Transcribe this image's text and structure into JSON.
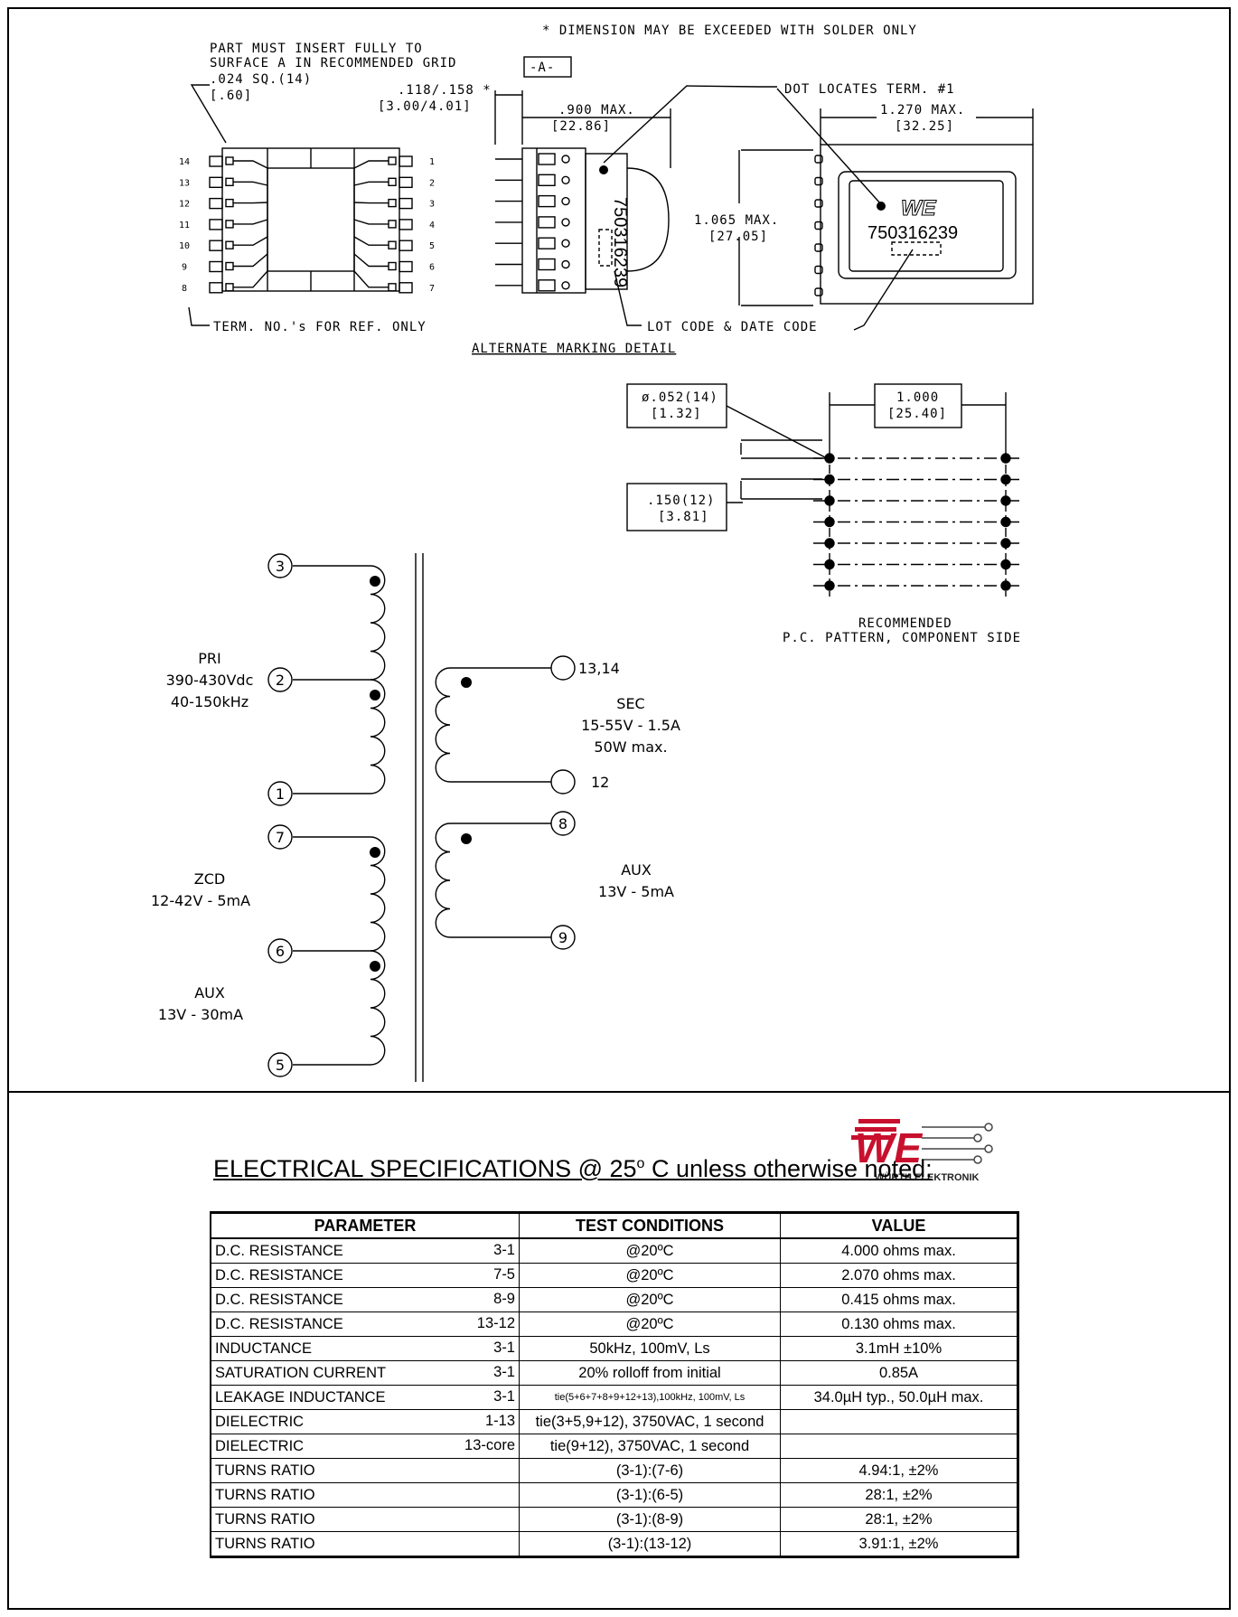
{
  "mechanical": {
    "note_solder": "* DIMENSION MAY BE EXCEEDED WITH SOLDER ONLY",
    "note_insert_1": "PART MUST INSERT FULLY TO",
    "note_insert_2": "SURFACE A IN RECOMMENDED GRID",
    "pin_sq": ".024 SQ.(14)",
    "pin_sq_mm": "[.60]",
    "standoff": ".118/.158 *",
    "standoff_mm": "[3.00/4.01]",
    "datum_a": "-A-",
    "width_max": ".900 MAX.",
    "width_max_mm": "[22.86]",
    "dot_note": "DOT LOCATES TERM. #1",
    "length_max": "1.270 MAX.",
    "length_max_mm": "[32.25]",
    "height_max": "1.065 MAX.",
    "height_max_mm": "[27.05]",
    "part_number": "750316239",
    "term_note": "TERM. NO.'s FOR REF. ONLY",
    "lot_note": "LOT CODE & DATE CODE",
    "alt_marking": "ALTERNATE MARKING DETAIL",
    "left_pins": [
      "14",
      "13",
      "12",
      "11",
      "10",
      "9",
      "8"
    ],
    "right_pins": [
      "1",
      "2",
      "3",
      "4",
      "5",
      "6",
      "7"
    ],
    "hole_dia": "ø.052(14)",
    "hole_dia_mm": "[1.32]",
    "row_pitch": "1.000",
    "row_pitch_mm": "[25.40]",
    "pin_pitch": ".150(12)",
    "pin_pitch_mm": "[3.81]",
    "pcb_note_1": "RECOMMENDED",
    "pcb_note_2": "P.C. PATTERN, COMPONENT SIDE"
  },
  "schematic": {
    "pri_label": "PRI",
    "pri_voltage": "390-430Vdc",
    "pri_freq": "40-150kHz",
    "zcd_label": "ZCD",
    "zcd_spec": "12-42V - 5mA",
    "aux1_label": "AUX",
    "aux1_spec": "13V - 30mA",
    "sec_label": "SEC",
    "sec_spec": "15-55V - 1.5A",
    "sec_power": "50W max.",
    "aux2_label": "AUX",
    "aux2_spec": "13V - 5mA",
    "pins": {
      "p3": "3",
      "p2": "2",
      "p1": "1",
      "p7": "7",
      "p6": "6",
      "p5": "5",
      "p8": "8",
      "p9": "9",
      "p1314": "13,14",
      "p12": "12"
    }
  },
  "logo_text": "WÜRTH ELEKTRONIK",
  "electrical": {
    "title_main": "ELECTRICAL SPECIFICATIONS @ 25",
    "title_deg": "o",
    "title_rest": " C unless otherwise noted:",
    "headers": {
      "parameter": "PARAMETER",
      "conditions": "TEST CONDITIONS",
      "value": "VALUE"
    },
    "rows": [
      {
        "parameter": "D.C. RESISTANCE",
        "pins": "3-1",
        "conditions": "@20ºC",
        "value": "4.000 ohms  max."
      },
      {
        "parameter": "D.C. RESISTANCE",
        "pins": "7-5",
        "conditions": "@20ºC",
        "value": "2.070 ohms  max."
      },
      {
        "parameter": "D.C. RESISTANCE",
        "pins": "8-9",
        "conditions": "@20ºC",
        "value": "0.415 ohms  max."
      },
      {
        "parameter": "D.C. RESISTANCE",
        "pins": "13-12",
        "conditions": "@20ºC",
        "value": "0.130 ohms  max."
      },
      {
        "parameter": "INDUCTANCE",
        "pins": "3-1",
        "conditions": "50kHz, 100mV, Ls",
        "value": "3.1mH ±10%"
      },
      {
        "parameter": "SATURATION CURRENT",
        "pins": "3-1",
        "conditions": "20% rolloff from initial",
        "value": "0.85A"
      },
      {
        "parameter": "LEAKAGE INDUCTANCE",
        "pins": "3-1",
        "conditions": "tie(5+6+7+8+9+12+13),100kHz, 100mV, Ls",
        "value": "34.0µH typ., 50.0µH max."
      },
      {
        "parameter": "DIELECTRIC",
        "pins": "1-13",
        "conditions": "tie(3+5,9+12), 3750VAC, 1 second",
        "value": ""
      },
      {
        "parameter": "DIELECTRIC",
        "pins": "13-core",
        "conditions": "tie(9+12), 3750VAC, 1 second",
        "value": ""
      },
      {
        "parameter": "TURNS RATIO",
        "pins": "",
        "conditions": "(3-1):(7-6)",
        "value": "4.94:1, ±2%"
      },
      {
        "parameter": "TURNS RATIO",
        "pins": "",
        "conditions": "(3-1):(6-5)",
        "value": "28:1, ±2%"
      },
      {
        "parameter": "TURNS RATIO",
        "pins": "",
        "conditions": "(3-1):(8-9)",
        "value": "28:1, ±2%"
      },
      {
        "parameter": "TURNS RATIO",
        "pins": "",
        "conditions": "(3-1):(13-12)",
        "value": "3.91:1, ±2%"
      }
    ]
  }
}
